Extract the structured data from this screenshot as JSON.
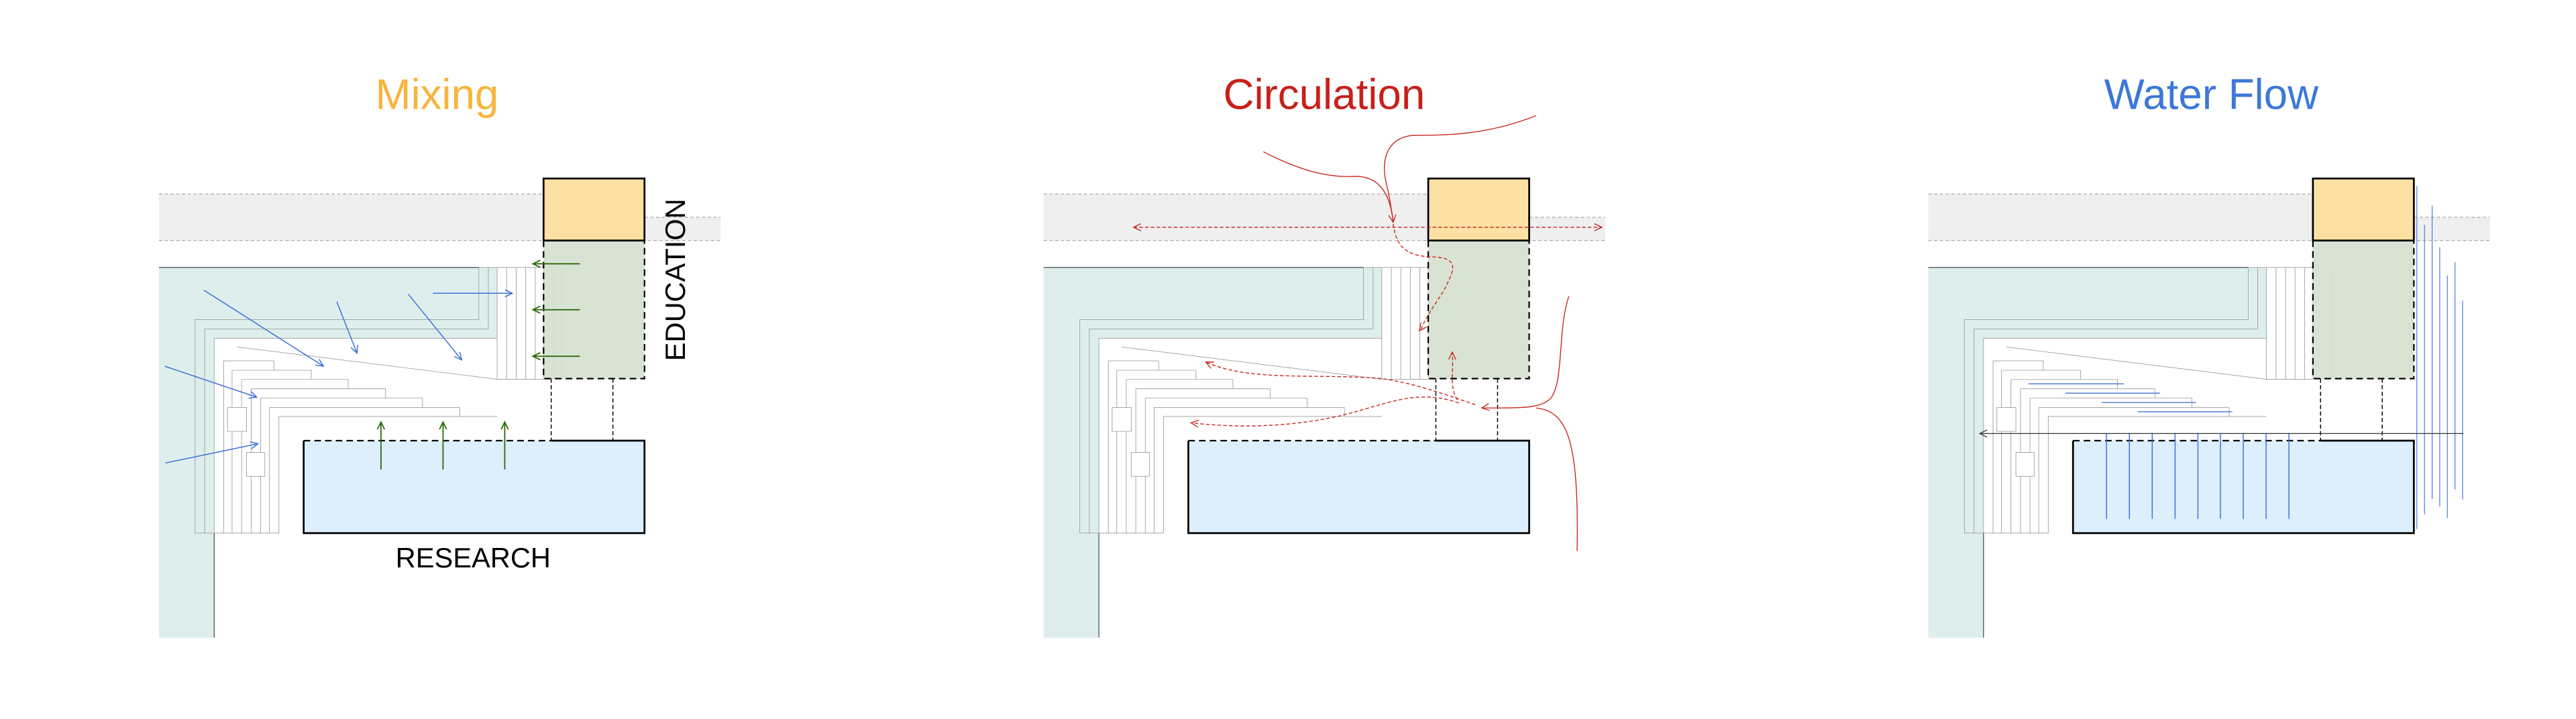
{
  "panels": [
    {
      "title": "Mixing",
      "title_color": "#f7b53c"
    },
    {
      "title": "Circulation",
      "title_color": "#c8201a"
    },
    {
      "title": "Water Flow",
      "title_color": "#3c78d8"
    }
  ],
  "labels": {
    "education": "EDUCATION",
    "research": "RESEARCH"
  },
  "colors": {
    "street": "#efefef",
    "landscape": "#deeeed",
    "education_top": "#fde0a3",
    "education": "#d5e1cf",
    "research": "#ddeefc",
    "mixing_arrow_blue": "#3a6fd8",
    "mixing_arrow_green": "#2e6b0c",
    "circulation": "#c8201a",
    "water": "#3c70d8"
  }
}
